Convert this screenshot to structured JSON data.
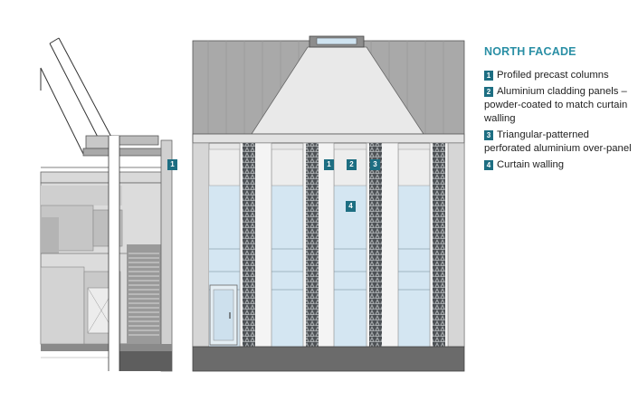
{
  "legend": {
    "title": "NORTH FACADE",
    "items": [
      {
        "num": "1",
        "text": "Profiled precast columns"
      },
      {
        "num": "2",
        "text": "Aluminium cladding panels – powder-coated to match curtain walling"
      },
      {
        "num": "3",
        "text": "Triangular-patterned perforated aluminium over-panel"
      },
      {
        "num": "4",
        "text": "Curtain walling"
      }
    ]
  },
  "markers": {
    "side_column": "1",
    "column": "1",
    "cladding": "2",
    "over_panel": "3",
    "curtain_wall": "4"
  },
  "colors": {
    "accent": "#1d6e82",
    "title": "#2a8fa5",
    "glass": "#d4e6f2",
    "roof": "#a7a7a7",
    "base": "#6b6b6b",
    "pattern": "#55595c"
  }
}
